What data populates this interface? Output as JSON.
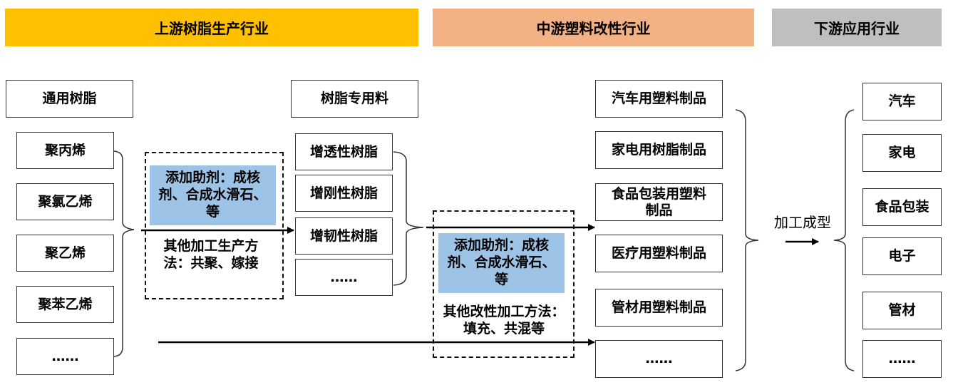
{
  "headers": {
    "upstream": "上游树脂生产行业",
    "midstream": "中游塑料改性行业",
    "downstream": "下游应用行业"
  },
  "colors": {
    "upstream": "#ffc000",
    "midstream": "#f4b183",
    "downstream": "#bfbfbf",
    "highlight": "#9dc3e6"
  },
  "upstream": {
    "general_title": "通用树脂",
    "general_items": [
      "聚丙烯",
      "聚氯乙烯",
      "聚乙烯",
      "聚苯乙烯",
      "……"
    ],
    "process_additive": "添加助剂：成核剂、合成水滑石、等",
    "process_other": "其他加工生产方法：共聚、嫁接",
    "special_title": "树脂专用料",
    "special_items": [
      "增透性树脂",
      "增刚性树脂",
      "增韧性树脂",
      "……"
    ]
  },
  "midstream": {
    "process_additive": "添加助剂：成核剂、合成水滑石、等",
    "process_other": "其他改性加工方法：填充、共混等",
    "products": [
      "汽车用塑料制品",
      "家电用树脂制品",
      "食品包装用塑料制品",
      "医疗用塑料制品",
      "管材用塑料制品",
      "……"
    ]
  },
  "processing_label": "加工成型",
  "downstream": {
    "items": [
      "汽车",
      "家电",
      "食品包装",
      "电子",
      "管材",
      "……"
    ]
  }
}
